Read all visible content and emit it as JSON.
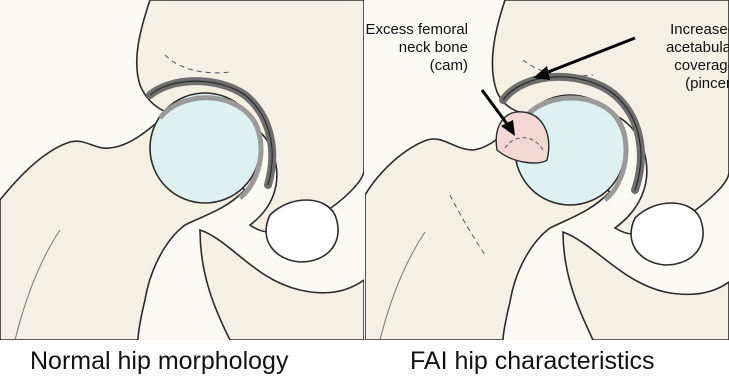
{
  "panels": [
    {
      "caption": "Normal hip morphology",
      "annotations": []
    },
    {
      "caption": "FAI hip characteristics",
      "annotations": [
        {
          "lines": [
            "Excess femoral",
            "neck bone",
            "(cam)"
          ]
        },
        {
          "lines": [
            "Increased",
            "acetabular",
            "coverage",
            "(pincer)"
          ]
        }
      ]
    }
  ],
  "colors": {
    "bone_fill": "#f4f0e4",
    "cartilage": "#6e6e6e",
    "femoral_head": "#dff0f0",
    "cam_bump": "#f2d7d2",
    "outline": "#2b2b2b"
  }
}
